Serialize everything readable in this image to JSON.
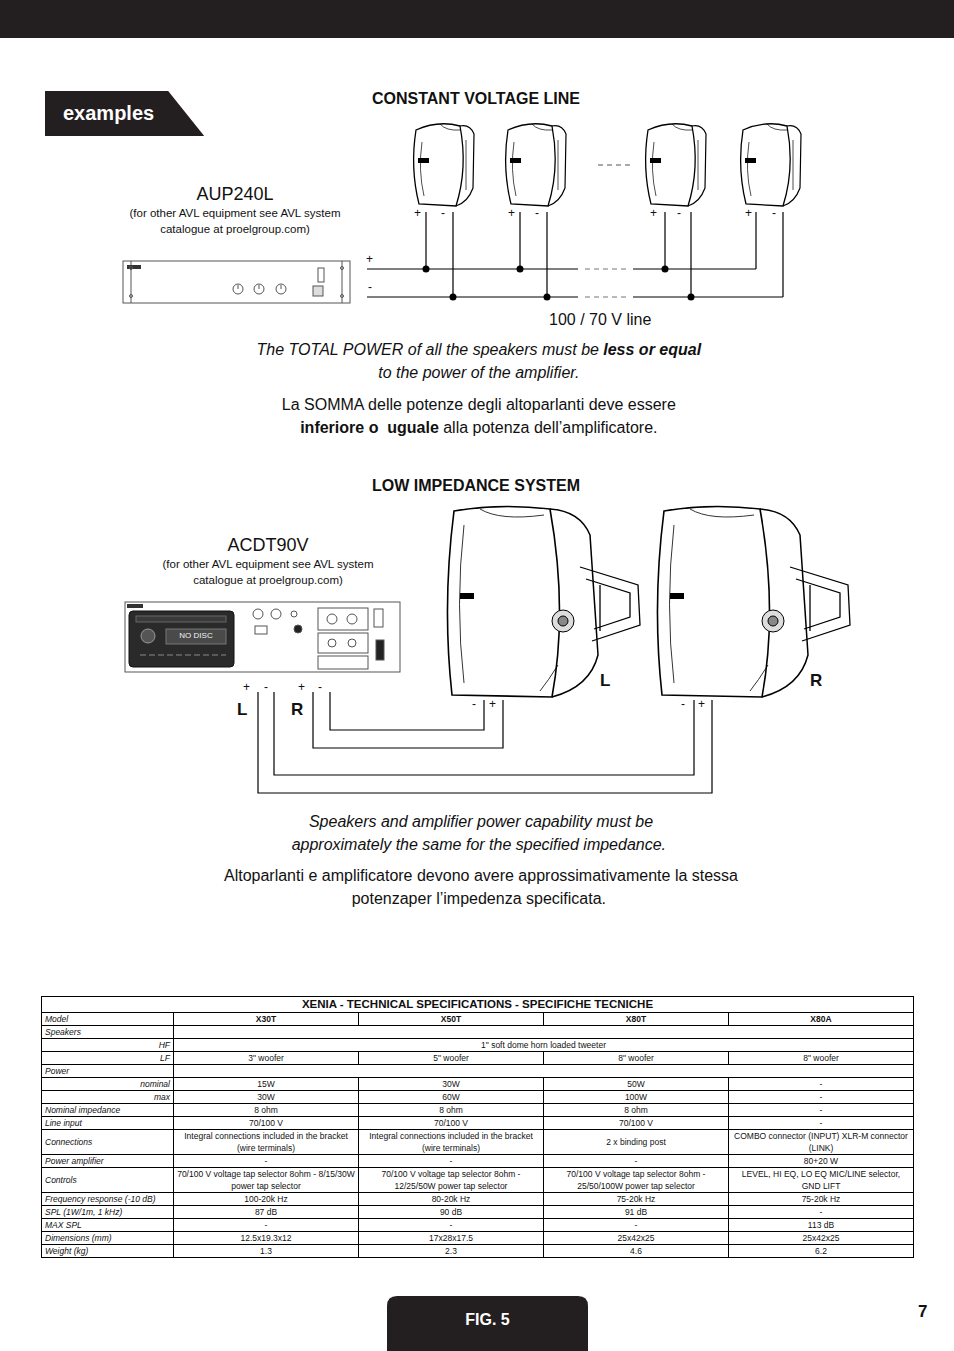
{
  "diagram": {
    "nodes": [
      {
        "text": [
          "examples"
        ]
      },
      {
        "text": [
          "AUP240L",
          "(for other AVL equipment see AVL system catalogue at proelgroup.com)"
        ]
      },
      {
        "text": [
          "ACDT90V",
          "(for other AVL equipment see AVL system catalogue at proelgroup.com)"
        ]
      },
      {
        "text": [
          "L"
        ]
      },
      {
        "text": [
          "R"
        ]
      },
      {
        "text": [
          "FIG. 5"
        ]
      }
    ],
    "edges": [
      {
        "from": 2,
        "to": 3,
        "arrow": "none"
      },
      {
        "from": 2,
        "to": 4,
        "arrow": "none"
      }
    ],
    "labels": [
      "CONSTANT VOLTAGE LINE",
      "+",
      "-",
      "+",
      "-",
      "+",
      "-",
      "+",
      "-",
      "+",
      "-",
      "100 / 70 V line",
      "The TOTAL POWER of all the speakers must be",
      "less or equal",
      "to the power of the amplifier.",
      "La SOMMA delle potenze degli altoparlanti deve essere",
      "inferiore o  uguale",
      "alla potenza dell’amplificatore.",
      "LOW IMPEDANCE SYSTEM",
      "NO DISC",
      "+",
      "-",
      "+",
      "-",
      "L",
      "R",
      "-",
      "+",
      "-",
      "+",
      "Speakers and amplifier power capability must be approximately the same for the specified impedance.",
      "Altoparlanti e amplificatore devono avere approssimativamente la stessa potenzaper l’impedenza specificata.",
      "XENIA - TECHNICAL SPECIFICATIONS - SPECIFICHE TECNICHE",
      "Model",
      "X30T",
      "X50T",
      "X80T",
      "X80A",
      "Speakers",
      "HF",
      "1\" soft dome horn loaded tweeter",
      "LF",
      "3\" woofer",
      "5\" woofer",
      "8\" woofer",
      "8\" woofer",
      "Power",
      "nominal",
      "15W",
      "30W",
      "50W",
      "-",
      "max",
      "30W",
      "60W",
      "100W",
      "-",
      "Nominal impedance",
      "8 ohm",
      "8 ohm",
      "8 ohm",
      "-",
      "Line input",
      "70/100 V",
      "70/100 V",
      "70/100 V",
      "-",
      "Connections",
      "Integral connections included in the bracket (wire terminals)",
      "Integral connections included in the bracket (wire terminals)",
      "2 x binding post",
      "COMBO connector (INPUT) XLR-M connector (LINK)",
      "Power amplifier",
      "-",
      "-",
      "-",
      "80+20 W",
      "Controls",
      "70/100 V voltage tap selector 8ohm - 8/15/30W power tap selector",
      "70/100 V voltage tap selector 8ohm - 12/25/50W power tap selector",
      "70/100 V voltage tap selector 8ohm - 25/50/100W power tap selector",
      "LEVEL, HI EQ, LO EQ MIC/LINE selector, GND LIFT",
      "Frequency response (-10 dB)",
      "100-20k Hz",
      "80-20k Hz",
      "75-20k Hz",
      "75-20k Hz",
      "SPL (1W/1m, 1 kHz)",
      "87 dB",
      "90 dB",
      "91 dB",
      "-",
      "MAX SPL",
      "-",
      "-",
      "-",
      "113 dB",
      "Dimensions (mm)",
      "12.5x19.3x12",
      "17x28x17.5",
      "25x42x25",
      "25x42x25",
      "Weight (kg)",
      "1.3",
      "2.3",
      "4.6",
      "6.2",
      "7"
    ]
  }
}
